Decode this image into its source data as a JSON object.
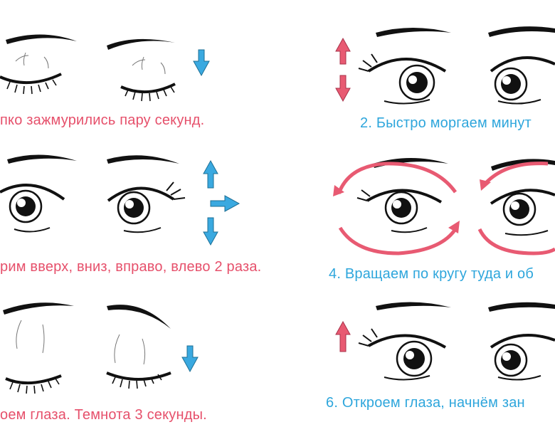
{
  "colors": {
    "pink": "#e6506b",
    "blue": "#2ea6dc",
    "arrow_pink": "#e85a72",
    "arrow_blue": "#3aa9e0",
    "ink": "#111111"
  },
  "steps": [
    {
      "caption": "пко зажмурились пару секунд.",
      "eyes": "closed-tight",
      "arrows": [
        "down-blue-icon"
      ]
    },
    {
      "caption": "2. Быстро моргаем минут",
      "eyes": "open",
      "arrows": [
        "up-pink-icon",
        "down-pink-icon"
      ]
    },
    {
      "caption": "рим вверх, вниз, вправо, влево 2 раза.",
      "eyes": "open-side",
      "arrows": [
        "up-blue-icon",
        "right-blue-icon",
        "down-blue-icon"
      ]
    },
    {
      "caption": "4. Вращаем по кругу туда и об",
      "eyes": "open-rotate",
      "arrows": [
        "circular-pink-icon"
      ]
    },
    {
      "caption": "оем глаза. Темнота 3 секунды.",
      "eyes": "closed-relaxed",
      "arrows": [
        "down-blue-icon"
      ]
    },
    {
      "caption": "6. Откроем глаза, начнём зан",
      "eyes": "open",
      "arrows": [
        "up-pink-icon"
      ]
    }
  ]
}
